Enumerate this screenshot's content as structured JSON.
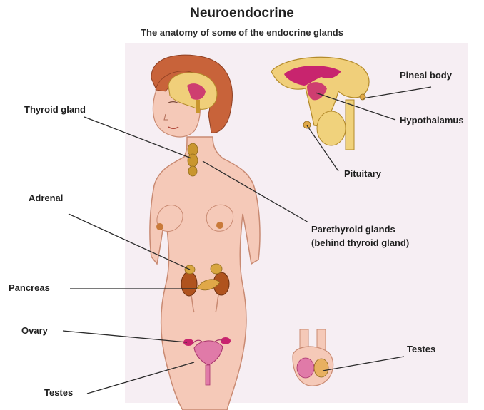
{
  "title": "Neuroendocrine",
  "subtitle": "The anatomy of some of the endocrine glands",
  "labels": {
    "thyroid": "Thyroid gland",
    "adrenal": "Adrenal",
    "pancreas": "Pancreas",
    "ovary": "Ovary",
    "testes_left": "Testes",
    "pineal": "Pineal body",
    "hypothalamus": "Hypothalamus",
    "pituitary": "Pituitary",
    "parathyroid_line1": "Parethyroid glands",
    "parathyroid_line2": "(behind thyroid gland)",
    "testes_right": "Testes"
  },
  "colors": {
    "background_panel": "#f6eef3",
    "skin": "#f5c9b8",
    "skin_outline": "#c98a72",
    "hair": "#c8633a",
    "brain": "#f0cf7a",
    "gland_magenta": "#c8246e",
    "gland_gold": "#c9962e",
    "leader_line": "#2b2b2b"
  }
}
